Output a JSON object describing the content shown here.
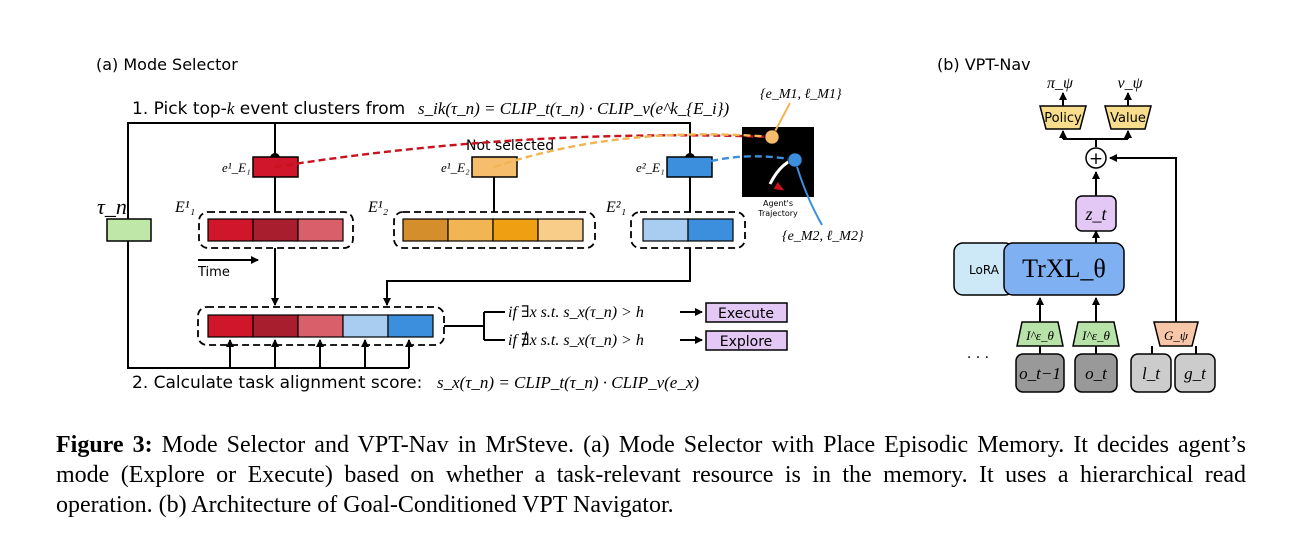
{
  "panel_a": {
    "title": "(a) Mode Selector",
    "step1_prefix": "1. Pick top-",
    "step1_k": "k",
    "step1_suffix": " event clusters from ",
    "step1_formula": "s_ik(τ_n) = CLIP_t(τ_n) · CLIP_v(e^k_{E_i})",
    "step2_prefix": "2. Calculate task alignment score: ",
    "step2_formula": "s_x(τ_n) = CLIP_t(τ_n) · CLIP_v(e_x)",
    "tau_label": "τ_n",
    "not_selected": "Not selected",
    "time_label": "Time",
    "agent_traj_line1": "Agent's",
    "agent_traj_line2": "Trajectory",
    "mem_label_1": "{e_M1, ℓ_M1}",
    "mem_label_2": "{e_M2, ℓ_M2}",
    "cond_exists": "if ∃x s.t. s_x(τ_n) > h",
    "cond_not_exists": "if ∄x s.t. s_x(τ_n) > h",
    "execute": "Execute",
    "explore": "Explore",
    "clusters": [
      {
        "label": "E¹₁",
        "rep_label": "e¹_E₁",
        "rep_color": "#d0162b",
        "cells": [
          "#d0162b",
          "#a81e2e",
          "#d9606b"
        ]
      },
      {
        "label": "E¹₂",
        "rep_label": "e¹_E₂",
        "rep_color": "#f5bd6c",
        "cells": [
          "#d48f2c",
          "#f2b553",
          "#ef9f12",
          "#f7cd89"
        ]
      },
      {
        "label": "E²₁",
        "rep_label": "e²_E₁",
        "rep_color": "#3b8fdc",
        "cells": [
          "#a8cdf0",
          "#3b8fdc"
        ]
      }
    ],
    "merged_cells": [
      "#d0162b",
      "#a81e2e",
      "#d9606b",
      "#a8cdf0",
      "#3b8fdc"
    ]
  },
  "panel_b": {
    "title": "(b) VPT-Nav",
    "pi": "π_ψ",
    "v": "v_ψ",
    "policy": "Policy",
    "value": "Value",
    "plus": "+",
    "z": "z_t",
    "lora": "LoRA",
    "trxl": "TrXL_θ",
    "encoder": "I^ε_θ",
    "goal_enc": "G_ψ",
    "dots": "· · ·",
    "o_prev": "o_t−1",
    "o_t": "o_t",
    "l_t": "l_t",
    "g_t": "g_t"
  },
  "caption": {
    "label": "Figure 3:",
    "text": " Mode Selector and VPT-Nav in MrSteve. (a) Mode Selector with Place Episodic Memory. It decides agent’s mode (Explore or Execute) based on whether a task-relevant resource is in the memory. It uses a hierarchical read operation. (b) Architecture of Goal-Conditioned VPT Navigator."
  },
  "colors": {
    "execute_fill": "#e3c7f5",
    "tau_fill": "#bfe8a8",
    "policy_fill": "#f7dd8c",
    "z_fill": "#e3c7f5",
    "lora_fill": "#cde9f7",
    "trxl_fill": "#7fb1f2",
    "encoder_fill": "#b8e3a8",
    "goal_fill": "#f7c7a8",
    "obs_fill": "#999999",
    "goal_obs_fill": "#cccccc"
  }
}
